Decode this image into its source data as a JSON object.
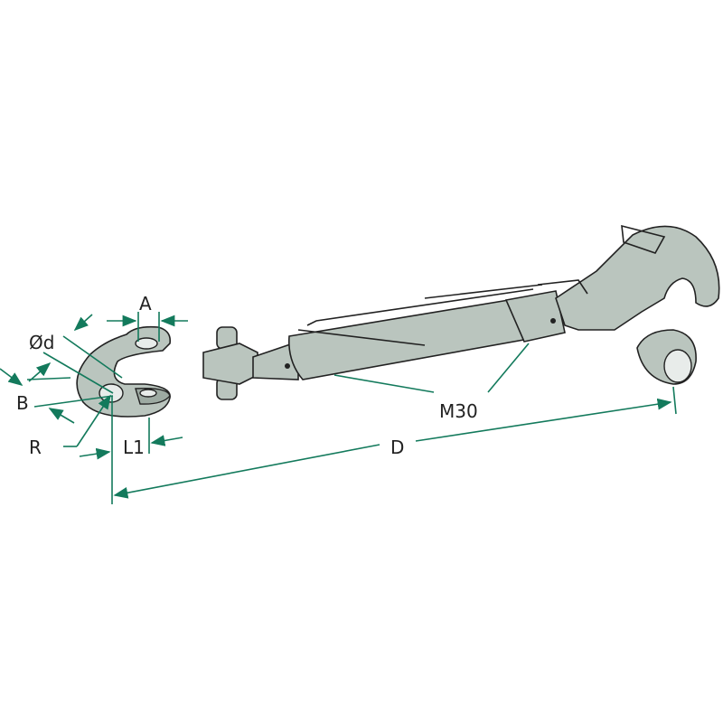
{
  "diagram": {
    "labels": {
      "a": "A",
      "d": "Ød",
      "b": "B",
      "r": "R",
      "l1": "L1",
      "length": "D",
      "thread": "M30"
    },
    "colors": {
      "dimension": "#137a5c",
      "part": "#bac5be"
    }
  }
}
